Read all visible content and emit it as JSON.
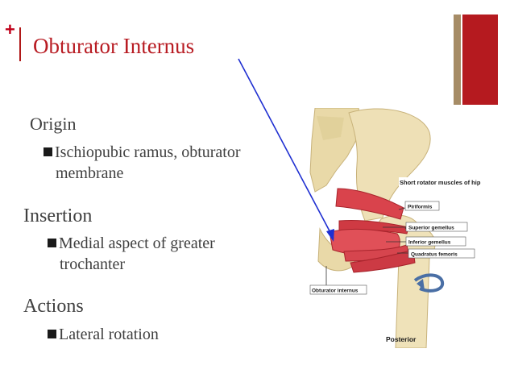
{
  "slide": {
    "title": "Obturator Internus",
    "accent_color": "#b81c23",
    "gold_bar_color": "#a68c66",
    "red_bar_color": "#b51a1f",
    "plus_glyph": "+"
  },
  "sections": [
    {
      "heading": "Origin",
      "bullet_line1": "Ischiopubic ramus, obturator",
      "bullet_line2": "membrane"
    },
    {
      "heading": "Insertion",
      "bullet_line1": "Medial aspect of greater",
      "bullet_line2": "trochanter"
    },
    {
      "heading": "Actions",
      "bullet_line1": "Lateral rotation"
    }
  ],
  "figure": {
    "caption": "Short rotator muscles of hip",
    "labels": {
      "piriformis": "Piriformis",
      "superior_gemellus": "Superior gemellus",
      "inferior_gemellus": "Inferior gemellus",
      "quadratus_femoris": "Quadratus femoris",
      "obturator_internus": "Obturator internus",
      "view": "Posterior"
    },
    "icon": "hip-anatomy-illustration"
  }
}
